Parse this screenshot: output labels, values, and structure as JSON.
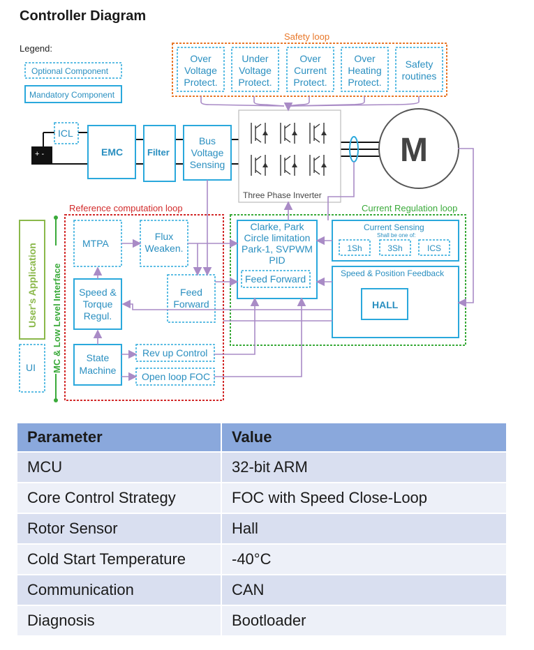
{
  "title": "Controller Diagram",
  "legend": {
    "label": "Legend:",
    "optional": "Optional Component",
    "mandatory": "Mandatory Component"
  },
  "safety_loop": {
    "label": "Safety loop",
    "items": [
      [
        "Over",
        "Voltage",
        "Protect."
      ],
      [
        "Under",
        "Voltage",
        "Protect."
      ],
      [
        "Over",
        "Current",
        "Protect."
      ],
      [
        "Over",
        "Heating",
        "Protect."
      ],
      [
        "Safety",
        "routines"
      ]
    ]
  },
  "power": {
    "icl": "ICL",
    "emc": "EMC",
    "filter": "Filter",
    "bus_sensing": [
      "Bus",
      "Voltage",
      "Sensing"
    ],
    "inverter_label": "Three Phase Inverter",
    "motor": "M"
  },
  "reference_loop": {
    "label": "Reference computation loop",
    "mtpa": "MTPA",
    "flux": [
      "Flux",
      "Weaken."
    ],
    "speed_torque": [
      "Speed &",
      "Torque",
      "Regul."
    ],
    "feed_forward": [
      "Feed",
      "Forward"
    ],
    "state_machine": [
      "State",
      "Machine"
    ],
    "rev_up": "Rev up Control",
    "open_loop": "Open loop FOC"
  },
  "current_loop": {
    "label": "Current Regulation loop",
    "clarke": [
      "Clarke, Park",
      "Circle limitation",
      "Park-1, SVPWM",
      "PID"
    ],
    "feed_forward": "Feed Forward",
    "sensing_title": "Current Sensing",
    "sensing_sub": "Shall be one of:",
    "sensing_options": [
      "1Sh",
      "3Sh",
      "ICS"
    ],
    "speed_feedback": "Speed & Position Feedback",
    "hall": "HALL"
  },
  "side": {
    "users_app": "User's Application",
    "ui": "UI",
    "interface": "MC & Low Level Interface"
  },
  "colors": {
    "blue": "#2aa8dc",
    "orange_loop": "#e8782a",
    "red_loop": "#d22a2a",
    "green_loop": "#3aaa3a",
    "app_green": "#8ab84a",
    "arrow_purple": "#a98bc6"
  },
  "table": {
    "headers": [
      "Parameter",
      "Value"
    ],
    "rows": [
      [
        "MCU",
        "32-bit ARM"
      ],
      [
        "Core Control Strategy",
        "FOC with Speed Close-Loop"
      ],
      [
        "Rotor Sensor",
        "Hall"
      ],
      [
        "Cold Start Temperature",
        "-40°C"
      ],
      [
        "Communication",
        "CAN"
      ],
      [
        "Diagnosis",
        "Bootloader"
      ]
    ]
  }
}
